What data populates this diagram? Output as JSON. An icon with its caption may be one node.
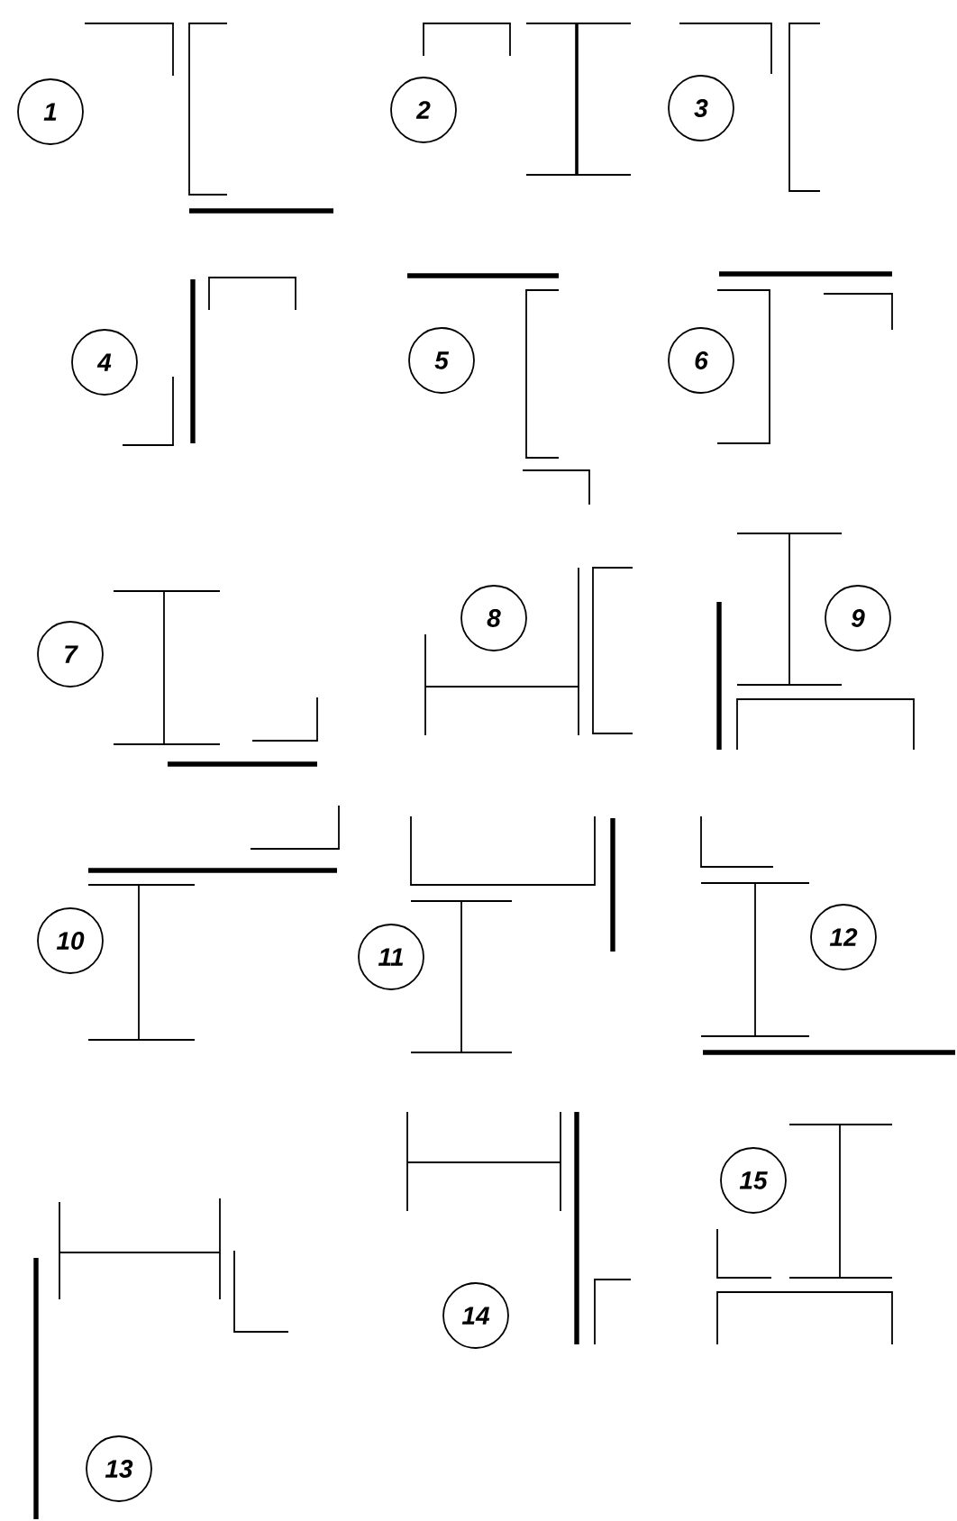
{
  "diagram": {
    "nodes": [
      {
        "text": [
          "1"
        ]
      },
      {
        "text": [
          "2"
        ]
      },
      {
        "text": [
          "3"
        ]
      },
      {
        "text": [
          "4"
        ]
      },
      {
        "text": [
          "5"
        ]
      },
      {
        "text": [
          "6"
        ]
      },
      {
        "text": [
          "7"
        ]
      },
      {
        "text": [
          "8"
        ]
      },
      {
        "text": [
          "9"
        ]
      },
      {
        "text": [
          "10"
        ]
      },
      {
        "text": [
          "11"
        ]
      },
      {
        "text": [
          "12"
        ]
      },
      {
        "text": [
          "13"
        ]
      },
      {
        "text": [
          "14"
        ]
      },
      {
        "text": [
          "15"
        ]
      }
    ]
  }
}
